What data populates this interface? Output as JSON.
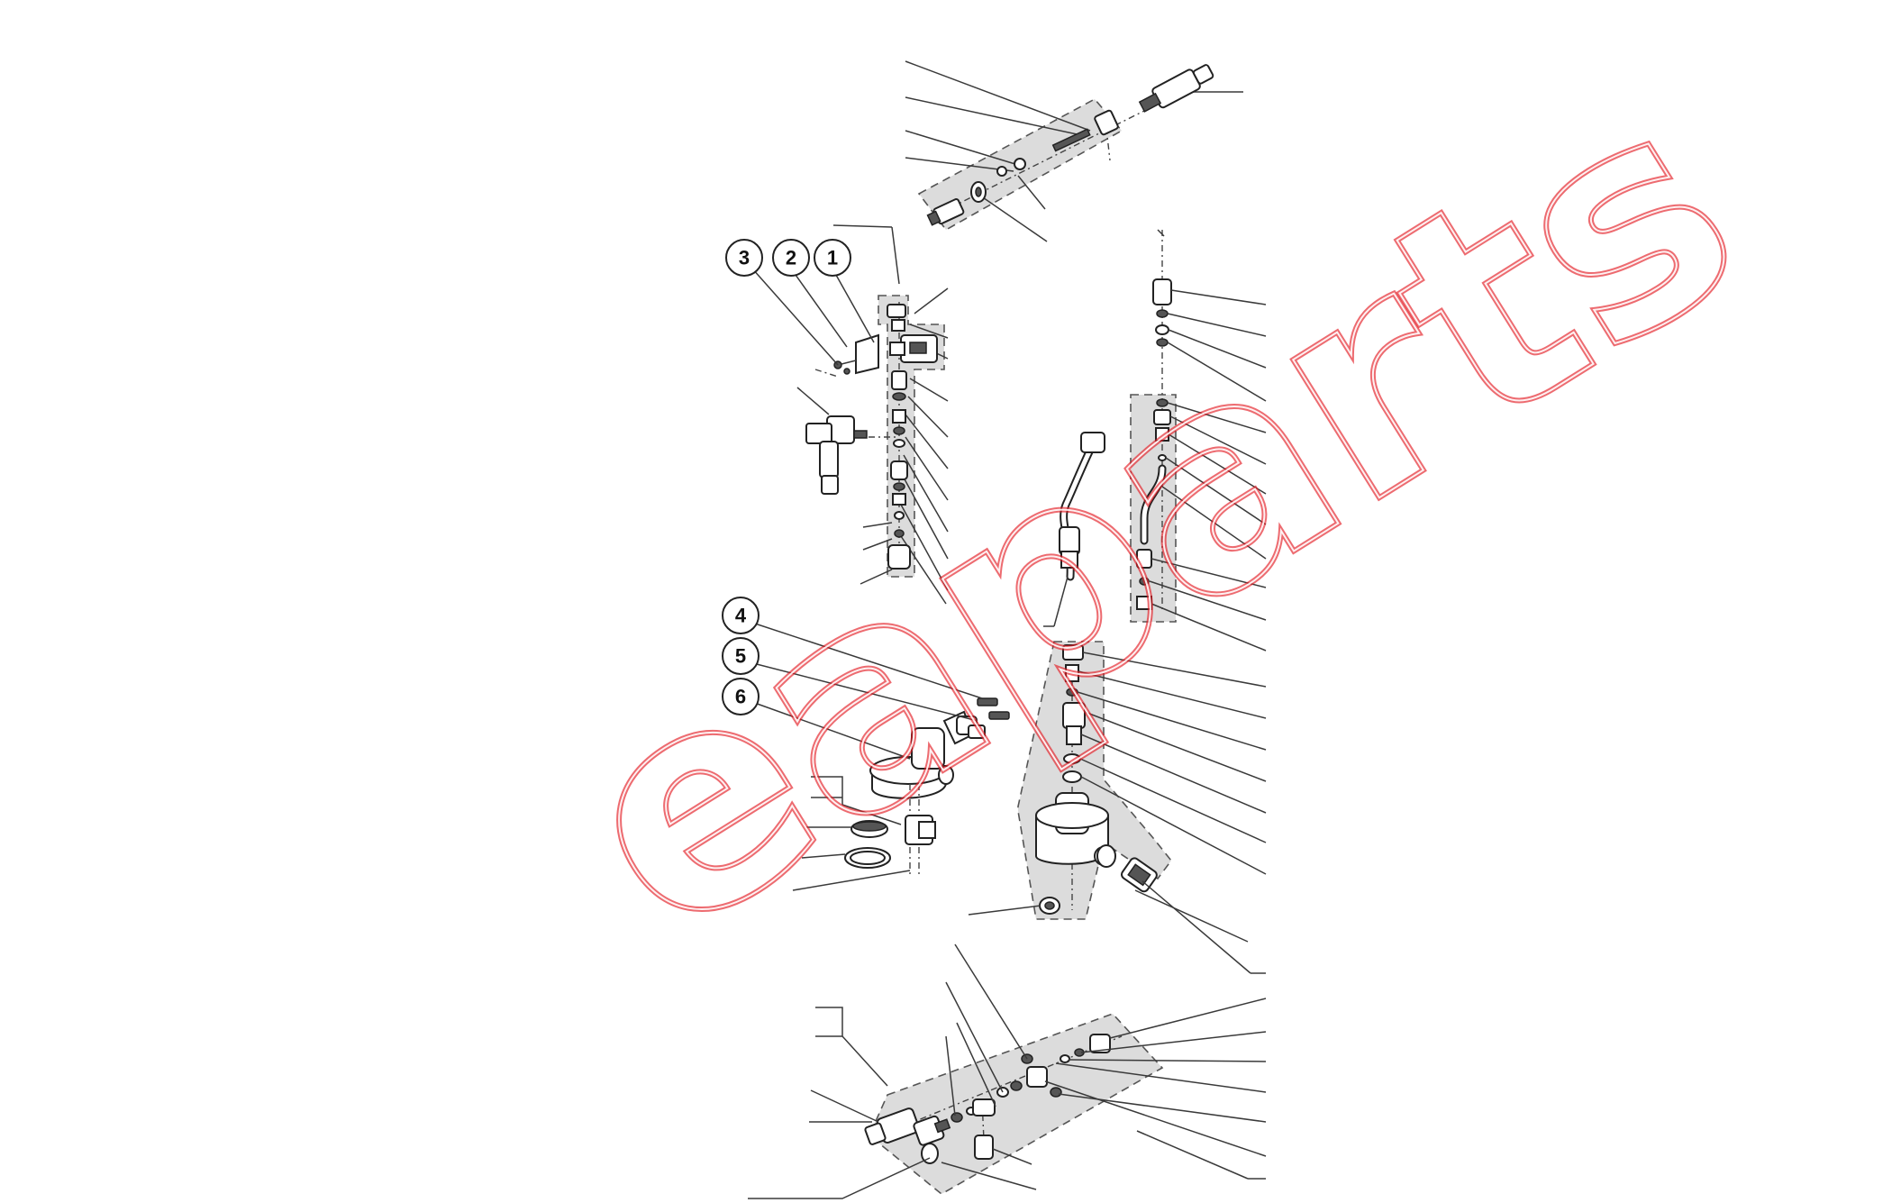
{
  "callouts": [
    "1",
    "2",
    "3",
    "4",
    "5",
    "6"
  ],
  "watermark": "eaparts",
  "colors": {
    "line": "#3a3a3a",
    "group_fill": "#dcdcdc",
    "watermark": "#e31b23"
  }
}
